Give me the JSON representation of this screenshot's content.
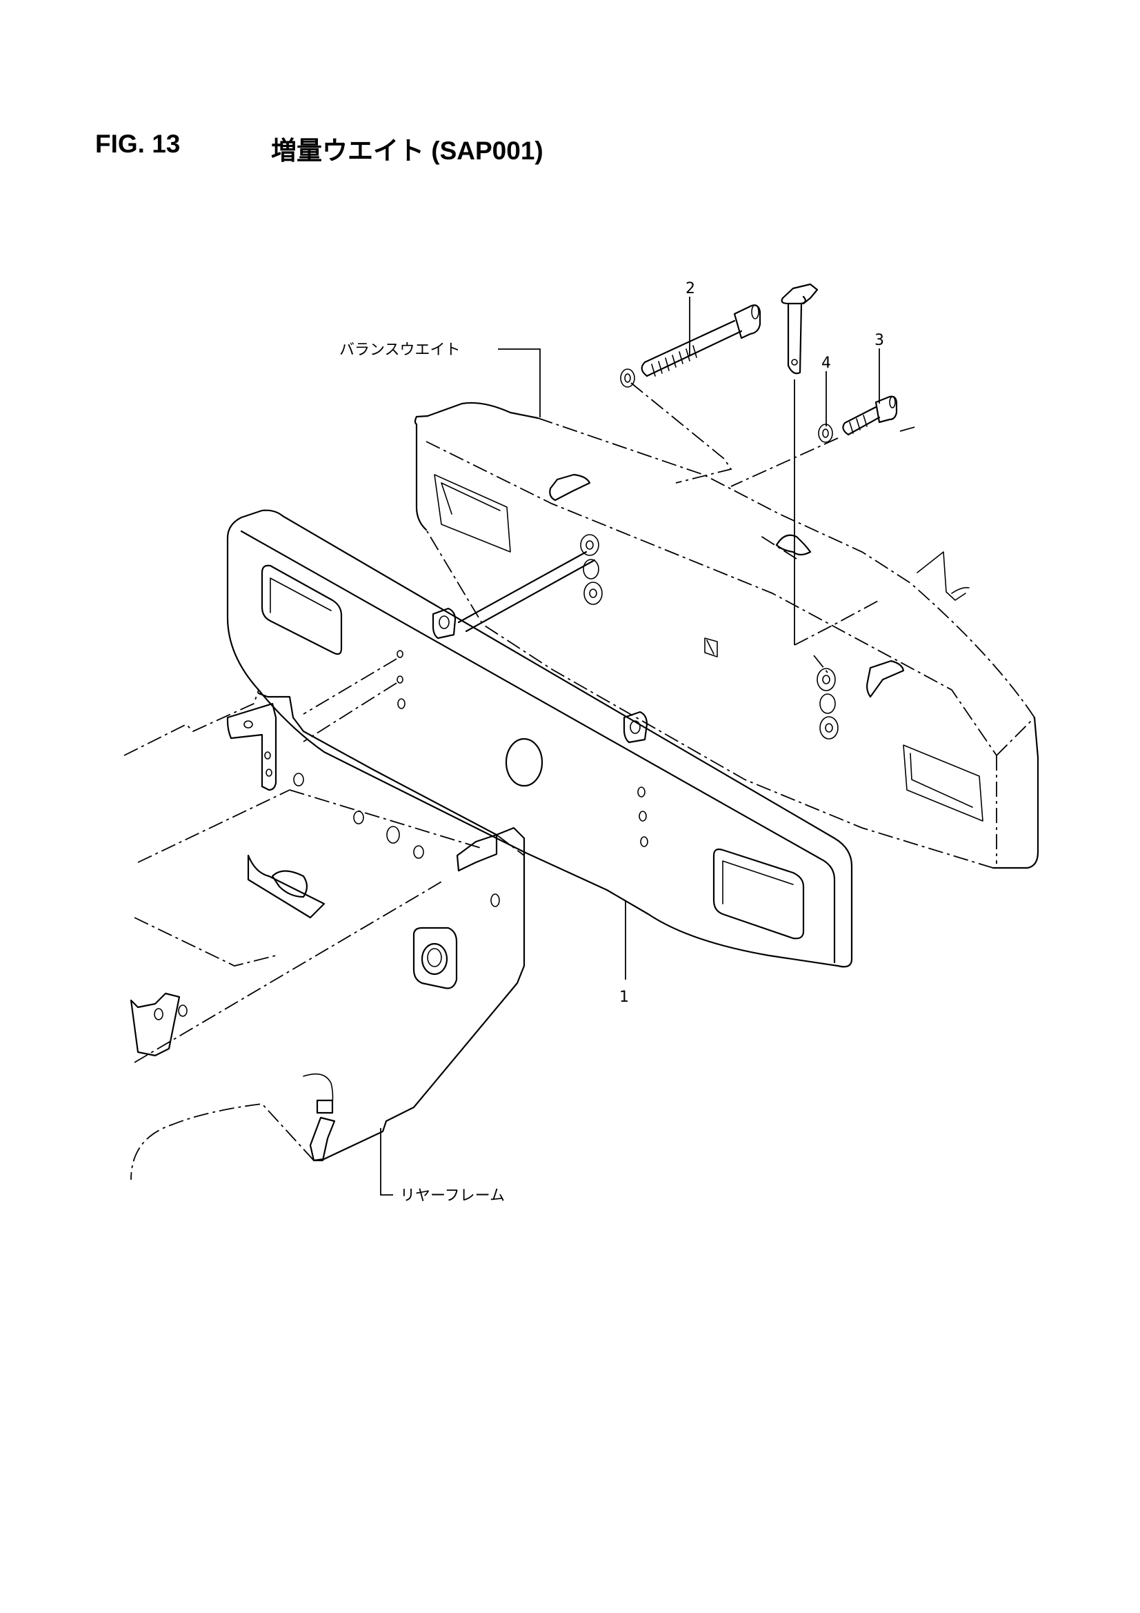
{
  "figure": {
    "number": "FIG. 13",
    "title": "増量ウエイト (SAP001)"
  },
  "callouts": [
    {
      "id": "1",
      "label": "1"
    },
    {
      "id": "2",
      "label": "2"
    },
    {
      "id": "3",
      "label": "3"
    },
    {
      "id": "4",
      "label": "4"
    }
  ],
  "part_labels": {
    "balance_weight": "バランスウエイト",
    "rear_frame": "リヤーフレーム"
  }
}
